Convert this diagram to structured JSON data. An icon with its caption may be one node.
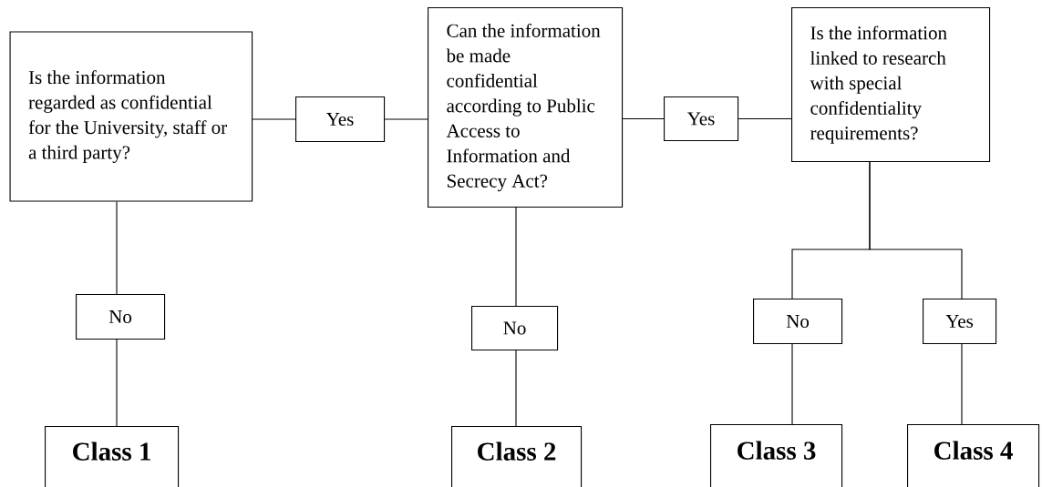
{
  "diagram": {
    "nodes": [
      {
        "text": [
          "Is the information regarded as confidential for the University, staff or a third party?"
        ]
      },
      {
        "text": [
          "Yes"
        ]
      },
      {
        "text": [
          "Can the information be made confidential according to Public Access to Information and Secrecy Act?"
        ]
      },
      {
        "text": [
          "Yes"
        ]
      },
      {
        "text": [
          "Is the information linked to research with special confidentiality requirements?"
        ]
      },
      {
        "text": [
          "No"
        ]
      },
      {
        "text": [
          "Class 1"
        ]
      },
      {
        "text": [
          "No"
        ]
      },
      {
        "text": [
          "Class 2"
        ]
      },
      {
        "text": [
          "No"
        ]
      },
      {
        "text": [
          "Yes"
        ]
      },
      {
        "text": [
          "Class 3"
        ]
      },
      {
        "text": [
          "Class 4"
        ]
      }
    ],
    "edges": [
      {
        "from": 0,
        "to": 1,
        "arrow": "none"
      },
      {
        "from": 1,
        "to": 2,
        "arrow": "none"
      },
      {
        "from": 2,
        "to": 3,
        "arrow": "none"
      },
      {
        "from": 3,
        "to": 4,
        "arrow": "none"
      },
      {
        "from": 0,
        "to": 5,
        "arrow": "none"
      },
      {
        "from": 5,
        "to": 6,
        "arrow": "none"
      },
      {
        "from": 2,
        "to": 7,
        "arrow": "none"
      },
      {
        "from": 7,
        "to": 8,
        "arrow": "none"
      },
      {
        "from": 4,
        "to": 9,
        "arrow": "none"
      },
      {
        "from": 4,
        "to": 10,
        "arrow": "none"
      },
      {
        "from": 9,
        "to": 11,
        "arrow": "none"
      },
      {
        "from": 10,
        "to": 12,
        "arrow": "none"
      }
    ]
  }
}
